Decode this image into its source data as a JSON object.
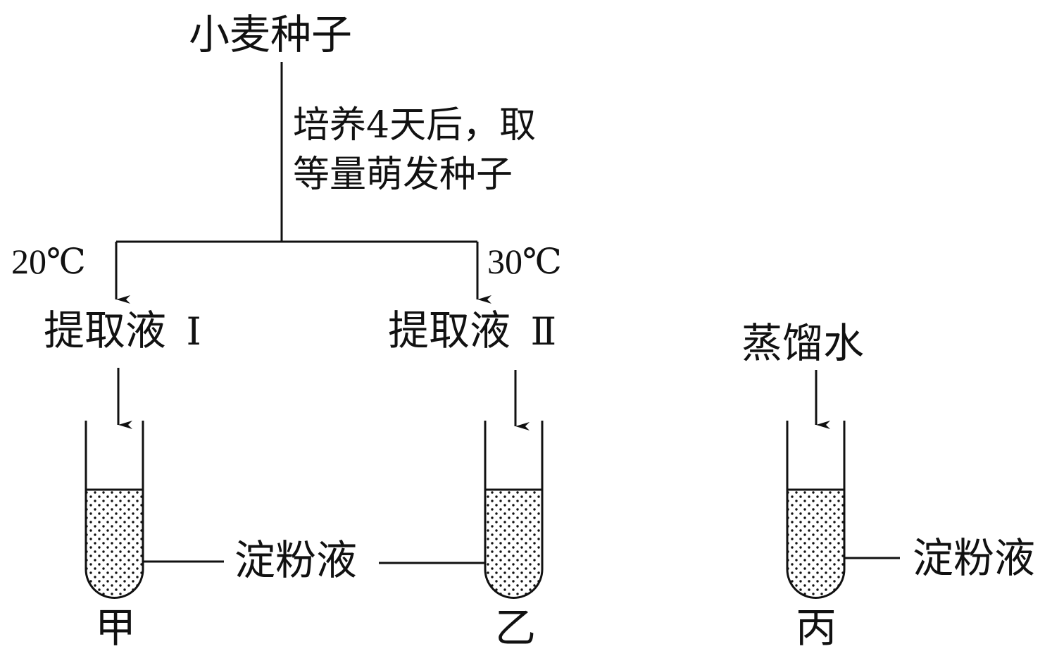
{
  "title": "小麦种子",
  "step_note": [
    "培养4天后，取",
    "等量萌发种子"
  ],
  "branches": {
    "left": {
      "temperature": "20℃",
      "extract": "提取液",
      "numeral": "Ⅰ"
    },
    "right": {
      "temperature": "30℃",
      "extract": "提取液",
      "numeral": "Ⅱ"
    }
  },
  "water": "蒸馏水",
  "tubes": [
    "甲",
    "乙",
    "丙"
  ],
  "starch_label": "淀粉液",
  "starch_label_2": "淀粉液",
  "colors": {
    "line": "#111111",
    "dots": "#111111",
    "background": "#ffffff"
  }
}
